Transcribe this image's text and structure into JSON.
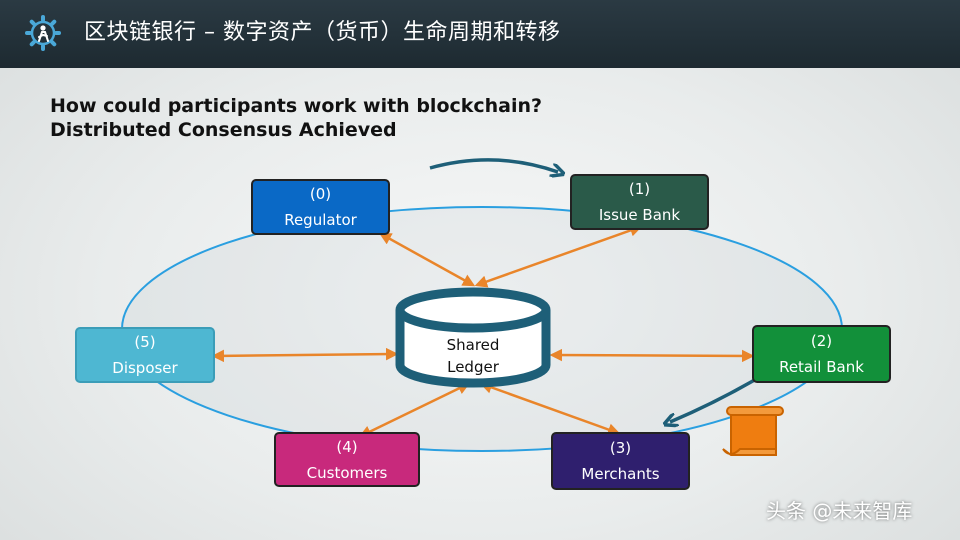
{
  "header": {
    "title": "区块链银行 – 数字资产（货币）生命周期和转移",
    "logo_icon": "gear-person-icon"
  },
  "headline": {
    "line1": "How could participants work with blockchain?",
    "line2": "Distributed Consensus Achieved"
  },
  "ledger": {
    "line1": "Shared",
    "line2": "Ledger",
    "icon": "database-cylinder-icon"
  },
  "participants": [
    {
      "number": "(0)",
      "label": "Regulator",
      "color": "#0a69c6"
    },
    {
      "number": "(1)",
      "label": "Issue Bank",
      "color": "#2a5a49"
    },
    {
      "number": "(2)",
      "label": "Retail Bank",
      "color": "#12903a"
    },
    {
      "number": "(3)",
      "label": "Merchants",
      "color": "#2f1f6e"
    },
    {
      "number": "(4)",
      "label": "Customers",
      "color": "#c8297c"
    },
    {
      "number": "(5)",
      "label": "Disposer",
      "color": "#4eb7d2"
    }
  ],
  "colors": {
    "ellipse": "#2a9fe0",
    "connector": "#e9852a",
    "flow_arrow": "#1e5f78",
    "scroll_icon": "#ef7d10"
  },
  "watermark": "头条 @未来智库"
}
